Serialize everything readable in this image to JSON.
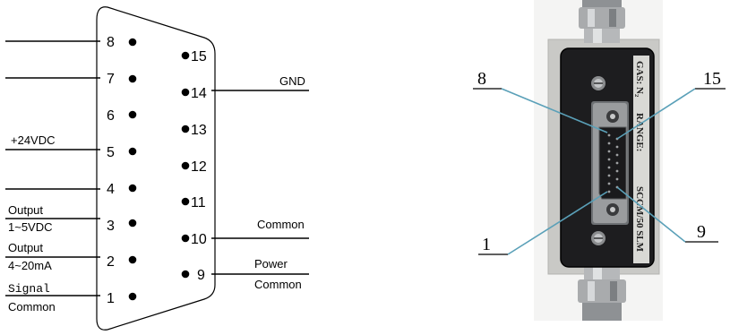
{
  "pinout": {
    "pins_top_row": [
      "8",
      "7",
      "6",
      "5",
      "4",
      "3",
      "2",
      "1"
    ],
    "pins_bottom_row": [
      "15",
      "14",
      "13",
      "12",
      "11",
      "10",
      "9"
    ],
    "signals": {
      "gnd": "GND",
      "vdc24": "+24VDC",
      "output_v_1": "Output",
      "output_v_2": "1~5VDC",
      "output_ma_1": "Output",
      "output_ma_2": "4~20mA",
      "signal_common_1": "Signal",
      "signal_common_2": "Common",
      "common": "Common",
      "power_common_1": "Power",
      "power_common_2": "Common"
    }
  },
  "photo": {
    "device_labels": {
      "gas": "GAS: N₂",
      "range": "RANGE:",
      "sccm": "SCCM/50 SLM"
    },
    "callouts": {
      "c8": "8",
      "c15": "15",
      "c1": "1",
      "c9": "9"
    }
  },
  "colors": {
    "leader": "#5aa0b8",
    "device_body": "#1d1d1f",
    "device_plate": "#c9c9c6",
    "steel": "#a9abad"
  }
}
